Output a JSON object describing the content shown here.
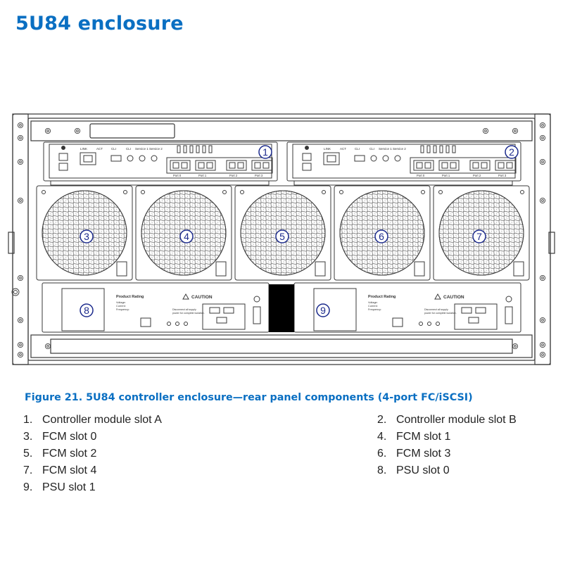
{
  "page": {
    "title": "5U84 enclosure"
  },
  "figure": {
    "caption": "Figure 21. 5U84 controller enclosure—rear panel components (4-port FC/iSCSI)",
    "callouts": [
      "1",
      "2",
      "3",
      "4",
      "5",
      "6",
      "7",
      "8",
      "9"
    ],
    "controller_labels": [
      "LINK",
      "ACT",
      "CLI",
      "CLI",
      "Service 1",
      "Service 2"
    ],
    "port_labels": [
      "Port 0",
      "Port 1",
      "Port 2",
      "Port 3"
    ],
    "psu_rating_title": "Product Rating",
    "psu_caution": "CAUTION",
    "psu_specs": [
      "Voltage:",
      "Current:",
      "Frequency:"
    ],
    "psu_warning": "Disconnect all supply power for complete isolation.",
    "colors": {
      "accent": "#0a6fc2",
      "callout": "#1b2a8c",
      "line": "#3a3a3a"
    }
  },
  "legend": [
    {
      "num": "1.",
      "label": "Controller module slot A"
    },
    {
      "num": "2.",
      "label": "Controller module slot B"
    },
    {
      "num": "3.",
      "label": "FCM slot 0"
    },
    {
      "num": "4.",
      "label": "FCM slot 1"
    },
    {
      "num": "5.",
      "label": "FCM slot 2"
    },
    {
      "num": "6.",
      "label": "FCM slot 3"
    },
    {
      "num": "7.",
      "label": "FCM slot 4"
    },
    {
      "num": "8.",
      "label": "PSU slot 0"
    },
    {
      "num": "9.",
      "label": "PSU slot 1"
    }
  ]
}
